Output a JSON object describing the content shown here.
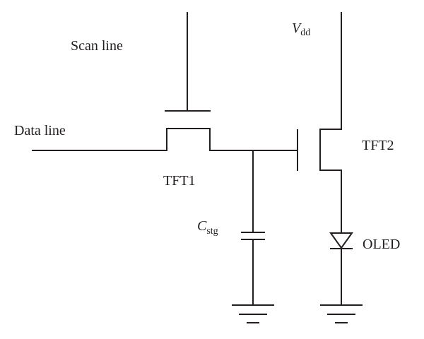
{
  "diagram": {
    "labels": {
      "scan_line": "Scan line",
      "data_line": "Data line",
      "tft1": "TFT1",
      "tft2": "TFT2",
      "oled": "OLED",
      "vdd_main": "V",
      "vdd_sub": "dd",
      "cstg_main": "C",
      "cstg_sub": "stg"
    },
    "components": [
      "TFT1",
      "TFT2",
      "Cstg",
      "OLED"
    ],
    "colors": {
      "line": "#231f20",
      "background": "#ffffff"
    }
  }
}
